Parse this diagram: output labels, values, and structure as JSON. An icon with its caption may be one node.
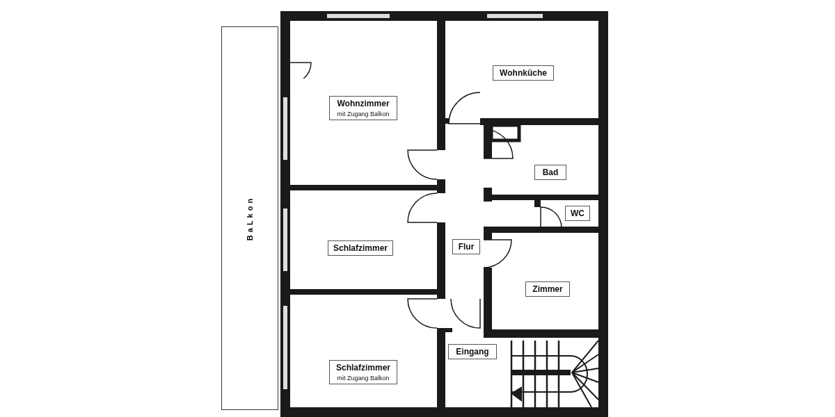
{
  "diagram": {
    "nodes": [
      {
        "text": [
          "BaLkon"
        ]
      },
      {
        "text": [
          "Wohnzimmer",
          "mit Zugang Balkon"
        ]
      },
      {
        "text": [
          "Wohnküche"
        ]
      },
      {
        "text": [
          "Bad"
        ]
      },
      {
        "text": [
          "WC"
        ]
      },
      {
        "text": [
          "Schlafzimmer"
        ]
      },
      {
        "text": [
          "Flur"
        ]
      },
      {
        "text": [
          "Zimmer"
        ]
      },
      {
        "text": [
          "Eingang"
        ]
      },
      {
        "text": [
          "Schlafzimmer",
          "mit Zugang Balkon"
        ]
      }
    ],
    "edges": []
  }
}
